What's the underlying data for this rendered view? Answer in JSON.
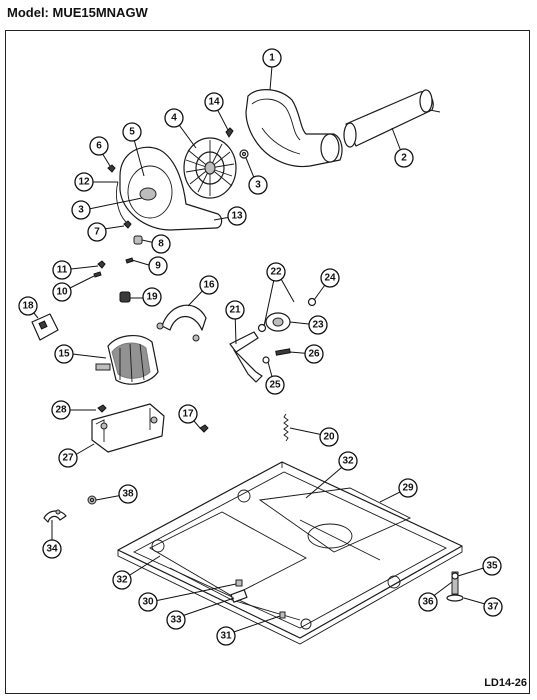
{
  "header": {
    "model_label": "Model:  MUE15MNAGW"
  },
  "footer": {
    "diagram_code": "LD14-26"
  },
  "callouts": [
    {
      "id": "c1",
      "number": "1"
    },
    {
      "id": "c2",
      "number": "2"
    },
    {
      "id": "c3a",
      "number": "3"
    },
    {
      "id": "c3b",
      "number": "3"
    },
    {
      "id": "c4",
      "number": "4"
    },
    {
      "id": "c5",
      "number": "5"
    },
    {
      "id": "c6",
      "number": "6"
    },
    {
      "id": "c7",
      "number": "7"
    },
    {
      "id": "c8",
      "number": "8"
    },
    {
      "id": "c9",
      "number": "9"
    },
    {
      "id": "c10",
      "number": "10"
    },
    {
      "id": "c11",
      "number": "11"
    },
    {
      "id": "c12",
      "number": "12"
    },
    {
      "id": "c13",
      "number": "13"
    },
    {
      "id": "c14",
      "number": "14"
    },
    {
      "id": "c15",
      "number": "15"
    },
    {
      "id": "c16",
      "number": "16"
    },
    {
      "id": "c17",
      "number": "17"
    },
    {
      "id": "c18",
      "number": "18"
    },
    {
      "id": "c19",
      "number": "19"
    },
    {
      "id": "c20",
      "number": "20"
    },
    {
      "id": "c21",
      "number": "21"
    },
    {
      "id": "c22",
      "number": "22"
    },
    {
      "id": "c23",
      "number": "23"
    },
    {
      "id": "c24",
      "number": "24"
    },
    {
      "id": "c25",
      "number": "25"
    },
    {
      "id": "c26",
      "number": "26"
    },
    {
      "id": "c27",
      "number": "27"
    },
    {
      "id": "c28",
      "number": "28"
    },
    {
      "id": "c29",
      "number": "29"
    },
    {
      "id": "c30",
      "number": "30"
    },
    {
      "id": "c31",
      "number": "31"
    },
    {
      "id": "c32a",
      "number": "32"
    },
    {
      "id": "c32b",
      "number": "32"
    },
    {
      "id": "c33",
      "number": "33"
    },
    {
      "id": "c34",
      "number": "34"
    },
    {
      "id": "c35",
      "number": "35"
    },
    {
      "id": "c36",
      "number": "36"
    },
    {
      "id": "c37",
      "number": "37"
    },
    {
      "id": "c38",
      "number": "38"
    }
  ]
}
